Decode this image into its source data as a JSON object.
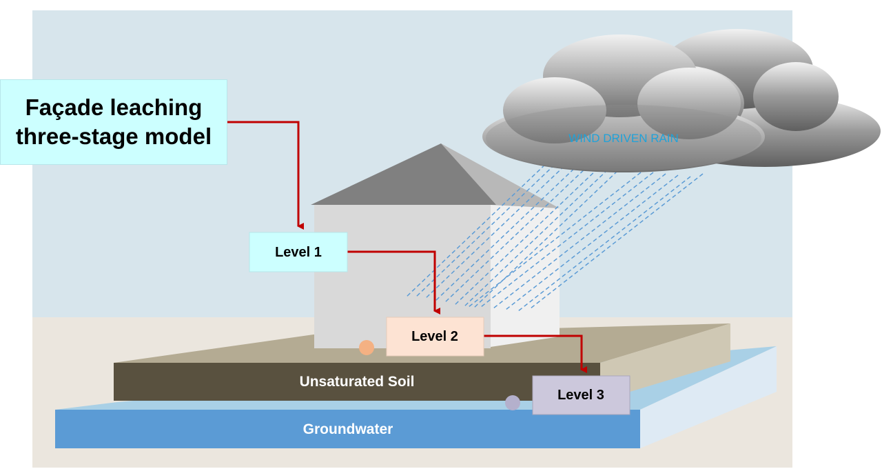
{
  "title": {
    "line1": "Façade leaching",
    "line2": "three-stage model"
  },
  "cloud_label": "WIND DRIVEN RAIN",
  "levels": [
    {
      "label": "Level 1",
      "color": "#ccffff"
    },
    {
      "label": "Level 2",
      "color": "#fde3d3"
    },
    {
      "label": "Level 3",
      "color": "#ccc8dc"
    }
  ],
  "layers": {
    "soil": "Unsaturated Soil",
    "groundwater": "Groundwater"
  },
  "colors": {
    "sky": "#d7e5ec",
    "ground": "#ebe6de",
    "soil": "#59513f",
    "soil_top": "#b4ab93",
    "groundwater": "#5b9bd5",
    "arrow": "#c00000",
    "rain": "#5b9bd5",
    "cloud_text": "#1fa2d9"
  }
}
